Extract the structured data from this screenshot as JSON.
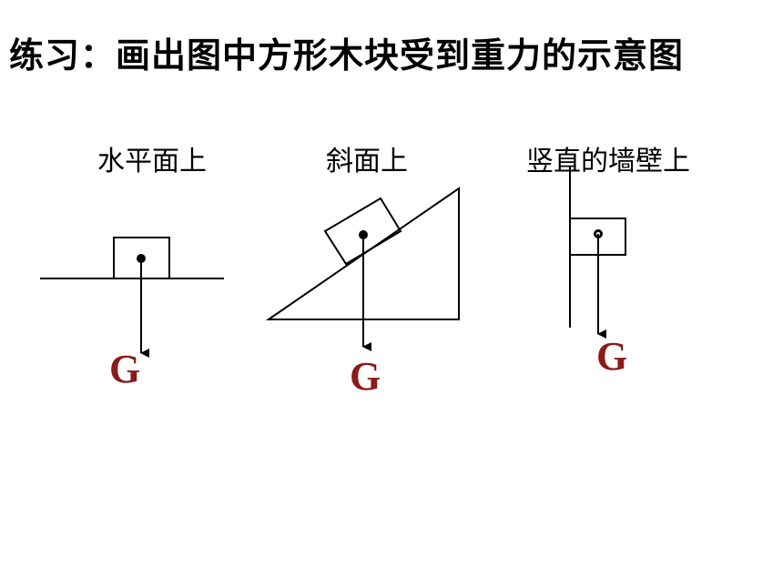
{
  "title": "练习：画出图中方形木块受到重力的示意图",
  "panels": [
    {
      "caption": "水平面上",
      "force_label": "G"
    },
    {
      "caption": "斜面上",
      "force_label": "G"
    },
    {
      "caption": "竖直的墙壁上",
      "force_label": "G"
    }
  ],
  "colors": {
    "force_label": "#8b1a1a",
    "lines": "#000000"
  }
}
